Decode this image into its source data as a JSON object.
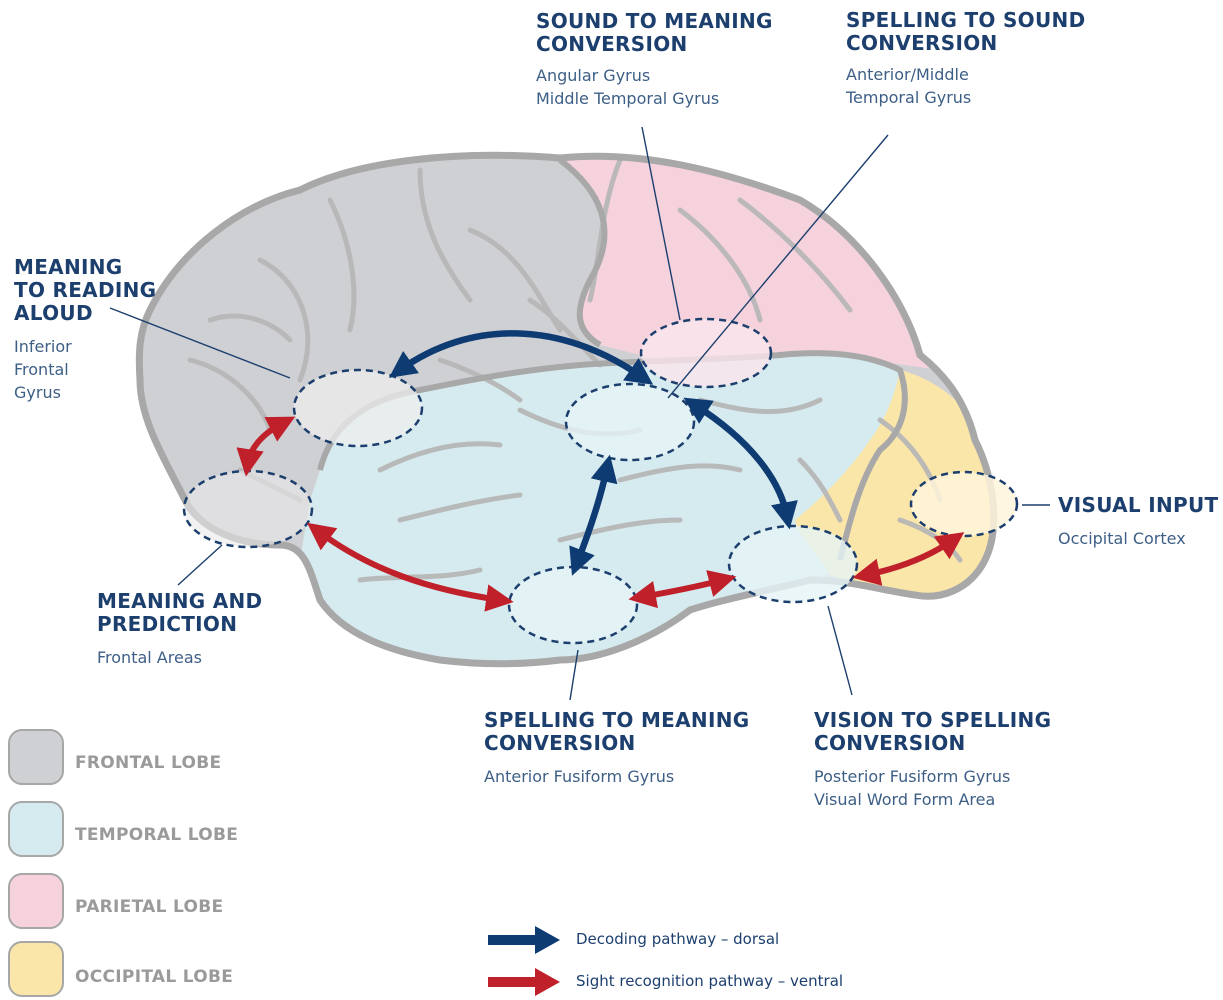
{
  "labels": {
    "sound_to_meaning": {
      "title_lines": [
        "SOUND TO MEANING",
        "CONVERSION"
      ],
      "sub_lines": [
        "Angular Gyrus",
        "Middle Temporal Gyrus"
      ]
    },
    "spelling_to_sound": {
      "title_lines": [
        "SPELLING TO SOUND",
        "CONVERSION"
      ],
      "sub_lines": [
        "Anterior/Middle",
        "Temporal Gyrus"
      ]
    },
    "meaning_to_reading": {
      "title_lines": [
        "MEANING",
        "TO READING",
        "ALOUD"
      ],
      "sub_lines": [
        "Inferior",
        "Frontal",
        "Gyrus"
      ]
    },
    "meaning_prediction": {
      "title_lines": [
        "MEANING AND",
        "PREDICTION"
      ],
      "sub_lines": [
        "Frontal Areas"
      ]
    },
    "visual_input": {
      "title_lines": [
        "VISUAL INPUT"
      ],
      "sub_lines": [
        "Occipital Cortex"
      ]
    },
    "spelling_to_meaning": {
      "title_lines": [
        "SPELLING TO MEANING",
        "CONVERSION"
      ],
      "sub_lines": [
        "Anterior Fusiform Gyrus"
      ]
    },
    "vision_to_spelling": {
      "title_lines": [
        "VISION TO SPELLING",
        "CONVERSION"
      ],
      "sub_lines": [
        "Posterior Fusiform Gyrus",
        "Visual Word Form Area"
      ]
    }
  },
  "legend": {
    "lobes": [
      {
        "label": "FRONTAL LOBE",
        "color": "#cfd0d4"
      },
      {
        "label": "TEMPORAL LOBE",
        "color": "#d6ebef"
      },
      {
        "label": "PARIETAL LOBE",
        "color": "#f5d2dc"
      },
      {
        "label": "OCCIPITAL LOBE",
        "color": "#fbe6a9"
      }
    ],
    "pathways": [
      {
        "label": "Decoding pathway – dorsal",
        "color": "#0f3b73"
      },
      {
        "label": "Sight recognition pathway – ventral",
        "color": "#c0202a"
      }
    ]
  },
  "colors": {
    "frontal": "#cfd0d4",
    "temporal": "#d6ebef",
    "parietal": "#f5d2dc",
    "occipital": "#fbe6a9",
    "outline": "#a8a8a8",
    "region_ring": "#1c3f6e",
    "dorsal_arrow": "#0f3b73",
    "ventral_arrow": "#c0202a",
    "text": "#1c3f6e"
  }
}
